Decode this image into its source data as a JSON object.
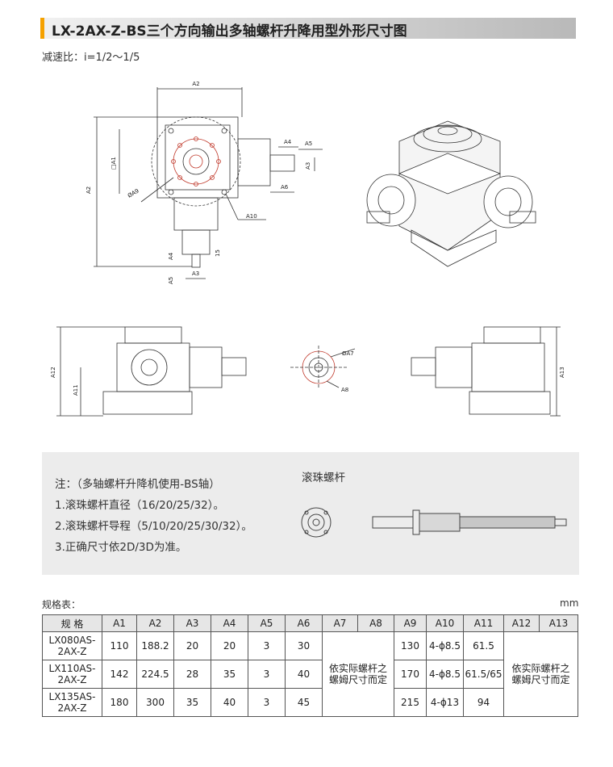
{
  "title": "LX-2AX-Z-BS三个方向输出多轴螺杆升降用型外形尺寸图",
  "ratio_text": "减速比：i=1/2～1/5",
  "dims": {
    "A1": "A1",
    "A2": "A2",
    "A3": "A3",
    "A4": "A4",
    "A5": "A5",
    "A6": "A6",
    "A7": "ØA7",
    "A8": "A8",
    "A9": "ØA9",
    "A10": "A10",
    "A11": "A11",
    "A12": "A12",
    "A13": "A13",
    "sqA1": "□A1",
    "d15": "15"
  },
  "notes": {
    "heading": "注：（多轴螺杆升降机使用-BS轴）",
    "items": [
      "1.滚珠螺杆直径（16/20/25/32）。",
      "2.滚珠螺杆导程（5/10/20/25/30/32）。",
      "3.正确尺寸依2D/3D为准。"
    ],
    "screw_label": "滚珠螺杆"
  },
  "table": {
    "label": "规格表：",
    "unit": "mm",
    "headers": [
      "规  格",
      "A1",
      "A2",
      "A3",
      "A4",
      "A5",
      "A6",
      "A7",
      "A8",
      "A9",
      "A10",
      "A11",
      "A12",
      "A13"
    ],
    "rows": [
      {
        "model": "LX080AS-\n2AX-Z",
        "A1": "110",
        "A2": "188.2",
        "A3": "20",
        "A4": "20",
        "A5": "3",
        "A6": "30",
        "A9": "130",
        "A10": "4-ϕ8.5",
        "A11": "61.5"
      },
      {
        "model": "LX110AS-\n2AX-Z",
        "A1": "142",
        "A2": "224.5",
        "A3": "28",
        "A4": "35",
        "A5": "3",
        "A6": "40",
        "A9": "170",
        "A10": "4-ϕ8.5",
        "A11": "61.5/65"
      },
      {
        "model": "LX135AS-\n2AX-Z",
        "A1": "180",
        "A2": "300",
        "A3": "35",
        "A4": "40",
        "A5": "3",
        "A6": "45",
        "A9": "215",
        "A10": "4-ϕ13",
        "A11": "94"
      }
    ],
    "merged_a7_a8": "依实际螺杆之\n螺姆尺寸而定",
    "merged_a12_a13": "依实际螺杆之\n螺姆尺寸而定"
  }
}
